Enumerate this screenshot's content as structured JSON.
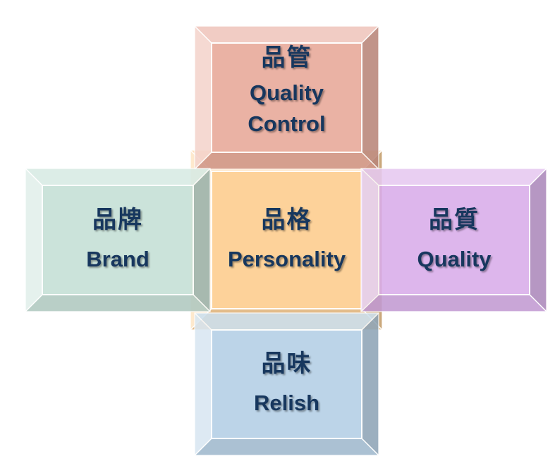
{
  "diagram": {
    "boxes": [
      {
        "id": "center",
        "zh": "品格",
        "en": "Personality",
        "color": "#FDD29A"
      },
      {
        "id": "top",
        "zh": "品管",
        "en": "Quality Control",
        "en_lines": [
          "Quality",
          "Control"
        ],
        "color": "#E8A898"
      },
      {
        "id": "left",
        "zh": "品牌",
        "en": "Brand",
        "color": "#C4E0D6"
      },
      {
        "id": "right",
        "zh": "品質",
        "en": "Quality",
        "color": "#D9ACEA"
      },
      {
        "id": "bottom",
        "zh": "品味",
        "en": "Relish",
        "color": "#B3CFE5"
      }
    ],
    "text_color": "#17375E"
  }
}
